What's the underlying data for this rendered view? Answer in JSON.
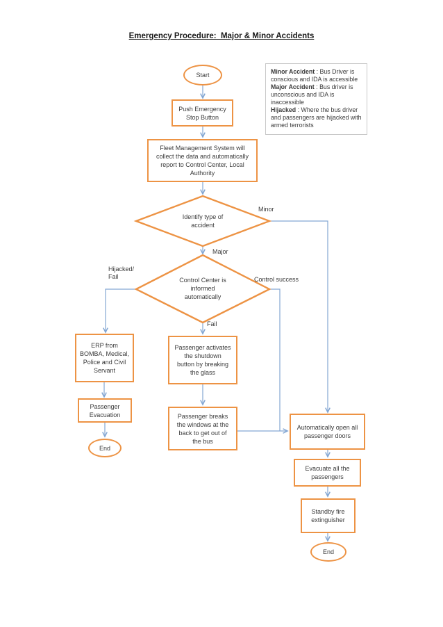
{
  "title": "Emergency Procedure:  Major & Minor Accidents",
  "legend": {
    "items": [
      {
        "term": "Minor Accident",
        "desc": " : Bus Driver is conscious and IDA is accessible"
      },
      {
        "term": "Major Accident",
        "desc": " : Bus driver is unconscious and IDA is inaccessible"
      },
      {
        "term": "Hijacked",
        "desc": " : Where the bus driver and passengers are hijacked with armed terrorists"
      }
    ]
  },
  "nodes": {
    "start": "Start",
    "push_button": "Push Emergency\nStop Button",
    "fleet": "Fleet Management System will\ncollect the data and automatically\nreport to Control Center, Local\nAuthority",
    "identify": "Identify type of\naccident",
    "control_center": "Control Center is\ninformed\nautomatically",
    "erp": "ERP from\nBOMBA, Medical,\nPolice and Civil\nServant",
    "passenger_evacuation": "Passenger\nEvacuation",
    "end_left": "End",
    "activate_shutdown": "Passenger activates\nthe shutdown\nbutton by breaking\nthe glass",
    "break_windows": "Passenger breaks\nthe windows at the\nback to get out of\nthe bus",
    "open_doors": "Automatically open all\npassenger doors",
    "evacuate_all": "Evacuate all the\npassengers",
    "standby_fire": "Standby fire\nextinguisher",
    "end_right": "End"
  },
  "edge_labels": {
    "minor": "Minor",
    "major": "Major",
    "hijacked_fail": "Hijacked/\nFail",
    "control_success": "Control success",
    "fail": "Fail"
  },
  "colors": {
    "shape_border": "#ed9344",
    "connector": "#84a7d3",
    "legend_border": "#c9c9c9",
    "text": "#3a3a3a"
  }
}
